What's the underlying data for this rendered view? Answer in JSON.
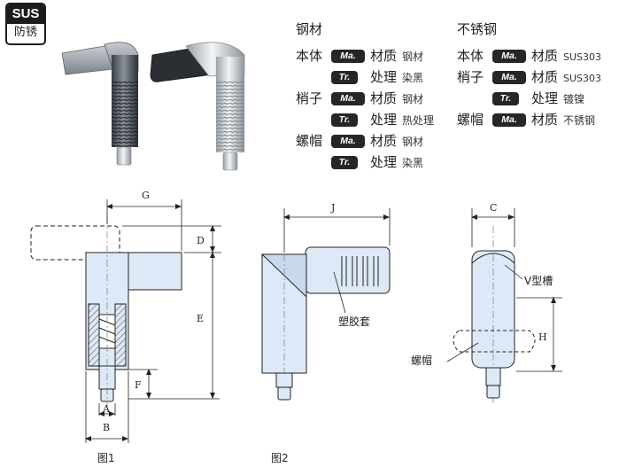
{
  "badge": {
    "top": "SUS",
    "bottom": "防锈"
  },
  "steel": {
    "heading": "钢材",
    "rows": [
      {
        "part": "本体",
        "tag": "Ma.",
        "label": "材质",
        "value": "钢材"
      },
      {
        "part": "",
        "tag": "Tr.",
        "label": "处理",
        "value": "染黑"
      },
      {
        "part": "梢子",
        "tag": "Ma.",
        "label": "材质",
        "value": "钢材"
      },
      {
        "part": "",
        "tag": "Tr.",
        "label": "处理",
        "value": "热处理"
      },
      {
        "part": "螺帽",
        "tag": "Ma.",
        "label": "材质",
        "value": "钢材"
      },
      {
        "part": "",
        "tag": "Tr.",
        "label": "处理",
        "value": "染黑"
      }
    ]
  },
  "stainless": {
    "heading": "不锈钢",
    "rows": [
      {
        "part": "本体",
        "tag": "Ma.",
        "label": "材质",
        "value": "SUS303"
      },
      {
        "part": "梢子",
        "tag": "Ma.",
        "label": "材质",
        "value": "SUS303"
      },
      {
        "part": "",
        "tag": "Tr.",
        "label": "处理",
        "value": "镀镍"
      },
      {
        "part": "螺帽",
        "tag": "Ma.",
        "label": "材质",
        "value": "不锈钢"
      }
    ]
  },
  "dims": {
    "G": "G",
    "D": "D",
    "E": "E",
    "F": "F",
    "A": "A",
    "B": "B",
    "J": "J",
    "C": "C",
    "H": "H"
  },
  "notes": {
    "sleeve": "塑胶套",
    "vgroove": "V型槽",
    "nut": "螺帽"
  },
  "captions": {
    "fig1": "图1",
    "fig2": "图2"
  },
  "colors": {
    "part_fill": "#dde9f6",
    "part_stroke": "#222222",
    "hatch": "#444444",
    "tag_bg": "#262626"
  }
}
